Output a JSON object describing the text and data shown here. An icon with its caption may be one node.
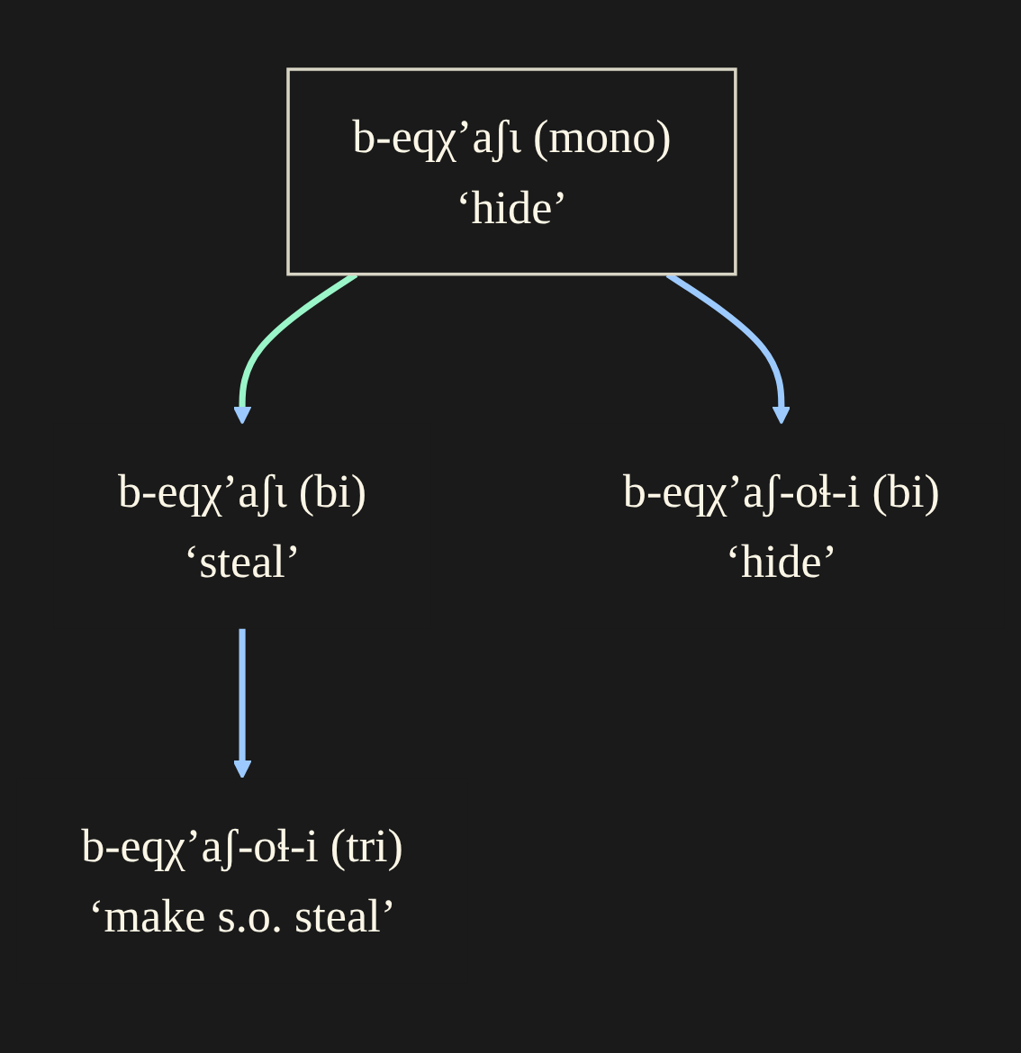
{
  "diagram": {
    "nodes": [
      {
        "text": [
          "b-eqχ’aʃɩ (mono)",
          "‘hide’"
        ]
      },
      {
        "text": [
          "b-eqχ’aʃɩ (bi)",
          "‘steal’"
        ]
      },
      {
        "text": [
          "b-eqχ’aʃ-oɬ-i (bi)",
          "‘hide’"
        ]
      },
      {
        "text": [
          "b-eqχ’aʃ-oɬ-i (tri)",
          "‘make s.o. steal’"
        ]
      }
    ],
    "edges": [
      {
        "from": 0,
        "to": 1,
        "arrow": "to",
        "color": "#9af5c9"
      },
      {
        "from": 0,
        "to": 2,
        "arrow": "to"
      },
      {
        "from": 1,
        "to": 3,
        "arrow": "to"
      }
    ]
  }
}
